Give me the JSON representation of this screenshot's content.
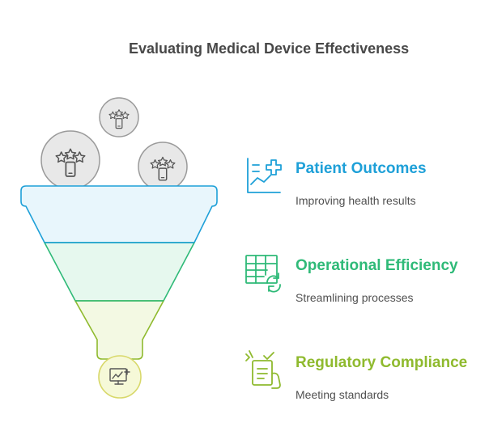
{
  "title": "Evaluating Medical Device Effectiveness",
  "colors": {
    "blue": "#1ea0d8",
    "green": "#2fba78",
    "lime": "#8fba2e",
    "gray": "#9a9a9a"
  },
  "funnel": {
    "inputs": [
      {
        "icon": "stars-device-icon"
      },
      {
        "icon": "stars-device-icon"
      },
      {
        "icon": "stars-device-icon"
      }
    ],
    "output_icon": "monitor-analytics-icon"
  },
  "items": [
    {
      "heading": "Patient Outcomes",
      "description": "Improving health results",
      "icon": "chart-plus-icon"
    },
    {
      "heading": "Operational Efficiency",
      "description": "Streamlining processes",
      "icon": "table-refresh-icon"
    },
    {
      "heading": "Regulatory Compliance",
      "description": "Meeting standards",
      "icon": "checklist-hand-icon"
    }
  ]
}
